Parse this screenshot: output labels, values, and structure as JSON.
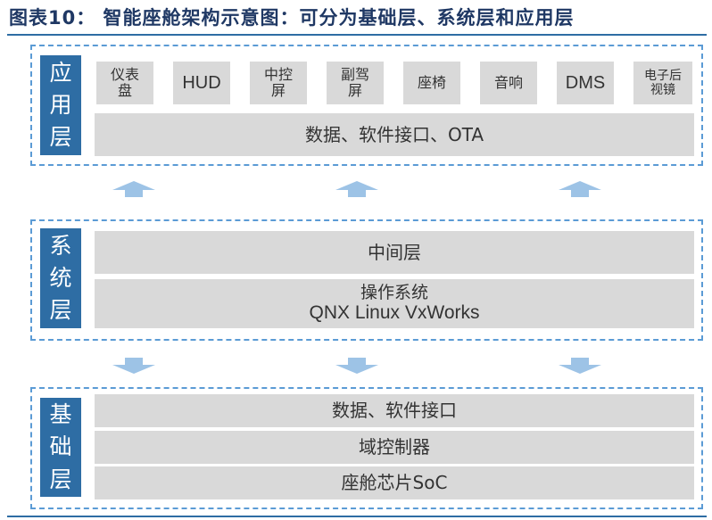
{
  "title": "图表10： 智能座舱架构示意图：可分为基础层、系统层和应用层",
  "layers": {
    "app": {
      "label": "应用层",
      "modules": [
        "仪表盘",
        "HUD",
        "中控屏",
        "副驾屏",
        "座椅",
        "音响",
        "DMS",
        "电子后视镜"
      ],
      "bar": "数据、软件接口、OTA"
    },
    "system": {
      "label": "系统层",
      "middleware": "中间层",
      "os_title": "操作系统",
      "os_list": "QNX Linux VxWorks"
    },
    "base": {
      "label": "基础层",
      "rows": [
        "数据、软件接口",
        "域控制器",
        "座舱芯片SoC"
      ]
    }
  },
  "colors": {
    "label_fill": "#2e6da4",
    "dash_border": "#5b9bd5",
    "cell_fill": "#d9d9d9",
    "arrow_fill": "#9dc3e6"
  }
}
